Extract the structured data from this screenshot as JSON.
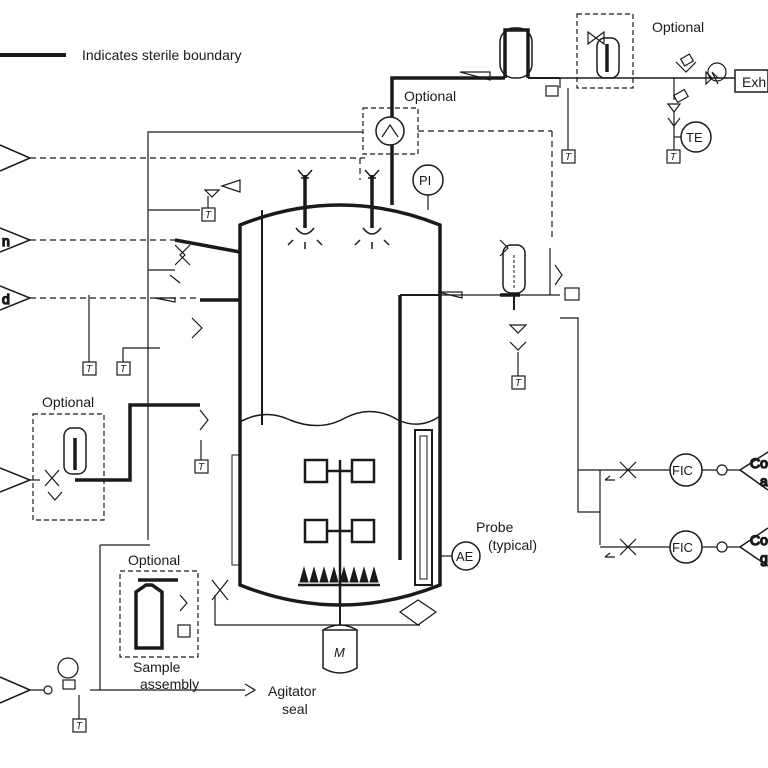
{
  "legend": {
    "text": "Indicates sterile boundary"
  },
  "labels": {
    "optional_top": "Optional",
    "optional_mid": "Optional",
    "optional_left": "Optional",
    "optional_sample": "Optional",
    "exhaust": "Exh",
    "sample_line1": "Sample",
    "sample_line2": "assembly",
    "agitator_line1": "Agitator",
    "agitator_line2": "seal",
    "probe_line1": "Probe",
    "probe_line2": "(typical)",
    "left_in2": "n",
    "left_in3": "d",
    "right_c1_a": "Co",
    "right_c1_b": "a",
    "right_c2_a": "Co",
    "right_c2_b": "g"
  },
  "instruments": {
    "te": "TE",
    "pi": "PI",
    "ae": "AE",
    "fic1": "FIC",
    "fic2": "FIC",
    "motor": "M",
    "trap": "T"
  },
  "colors": {
    "line": "#1a1a1a",
    "background": "#ffffff"
  }
}
